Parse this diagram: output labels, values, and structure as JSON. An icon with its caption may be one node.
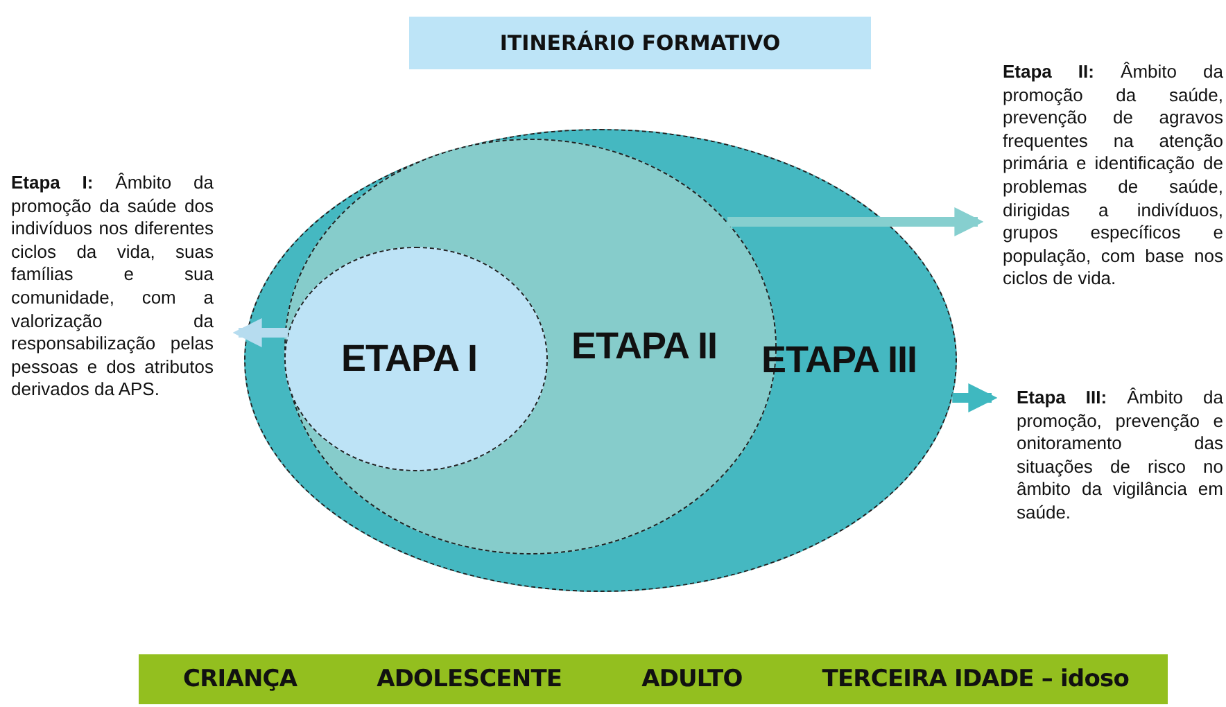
{
  "diagram": {
    "title": "ITINERÁRIO FORMATIVO",
    "nodes": [
      {
        "text": [
          "ETAPA III"
        ]
      },
      {
        "text": [
          "ETAPA II"
        ],
        "in": 0
      },
      {
        "text": [
          "ETAPA I"
        ],
        "in": 1
      },
      {
        "text": [
          "**Etapa I:** Âmbito da promoção da saúde dos indivíduos nos diferentes ciclos da vida, suas famílias e sua comunidade, com a valorização da responsabilização pelas pessoas e dos atributos derivados da APS."
        ]
      },
      {
        "text": [
          "**Etapa II:** Âmbito da promoção da saúde, prevenção de agravos frequentes na atenção primária e identificação de problemas de saúde, dirigidas a indivíduos, grupos específicos e população, com base nos ciclos de vida."
        ]
      },
      {
        "text": [
          "**Etapa III:** Âmbito da promoção, prevenção e onitoramento das situações de risco no âmbito da vigilância em saúde."
        ]
      },
      {
        "text": [
          "CRIANÇA",
          "ADOLESCENTE",
          "ADULTO",
          "TERCEIRA IDADE – idoso"
        ]
      }
    ],
    "edges": [
      {
        "from": 2,
        "to": 3,
        "arrow": "to",
        "color": "#b6dcef"
      },
      {
        "from": 1,
        "to": 4,
        "arrow": "to",
        "color": "#86cfcf"
      },
      {
        "from": 0,
        "to": 5,
        "arrow": "to",
        "color": "#3fb8c0"
      }
    ]
  }
}
